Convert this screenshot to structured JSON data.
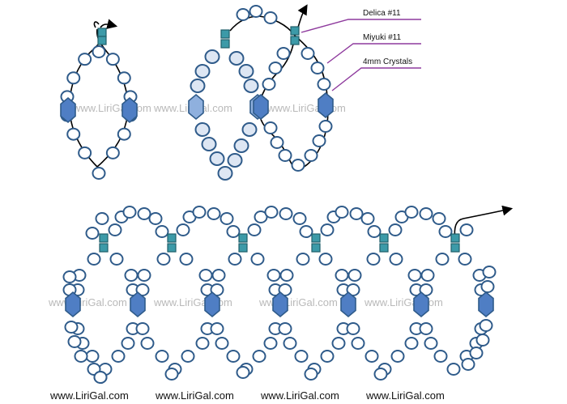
{
  "legend": {
    "delica": "Delica #11",
    "miyuki": "Miyuki #11",
    "crystal": "4mm Crystals"
  },
  "watermark": "www.LiriGal.com",
  "footer": [
    "www.LiriGal.com",
    "www.LiriGal.com",
    "www.LiriGal.com",
    "www.LiriGal.com"
  ],
  "colors": {
    "bead_stroke": "#2f5b8a",
    "bead_fill": "#ffffff",
    "bead_fill_shaded": "#dde6f3",
    "crystal_fill": "#4f7ec4",
    "crystal_fill_light": "#8fb0de",
    "delica_fill": "#3c9aa8",
    "thread": "#000000",
    "callout_line": "#8e3a9d"
  }
}
